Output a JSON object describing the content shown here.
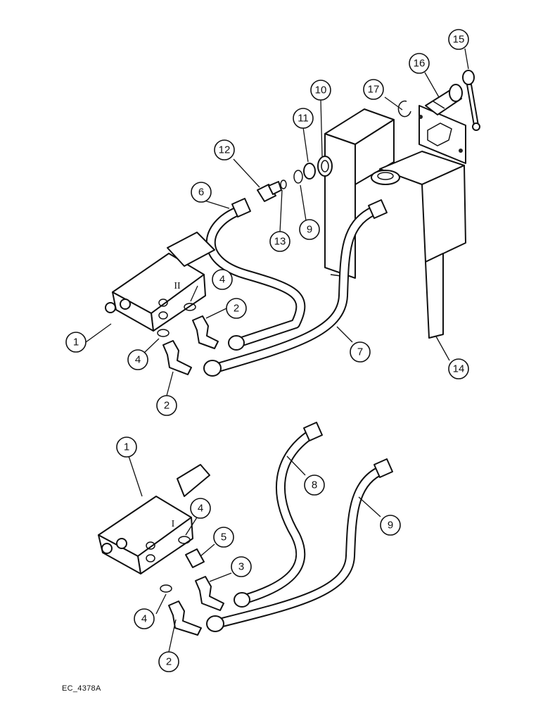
{
  "drawing_code": "EC_4378A",
  "callouts": {
    "c1a": "1",
    "c2a": "2",
    "c2b": "2",
    "c4a": "4",
    "c4b": "4",
    "c6": "6",
    "c7": "7",
    "c9a": "9",
    "c10": "10",
    "c11": "11",
    "c12": "12",
    "c13": "13",
    "c14": "14",
    "c15": "15",
    "c16": "16",
    "c17": "17",
    "c1b": "1",
    "c4c": "4",
    "c5": "5",
    "c3": "3",
    "c4d": "4",
    "c2c": "2",
    "c8": "8",
    "c9b": "9"
  },
  "valve_marks": {
    "upper": "II",
    "lower": "I"
  }
}
